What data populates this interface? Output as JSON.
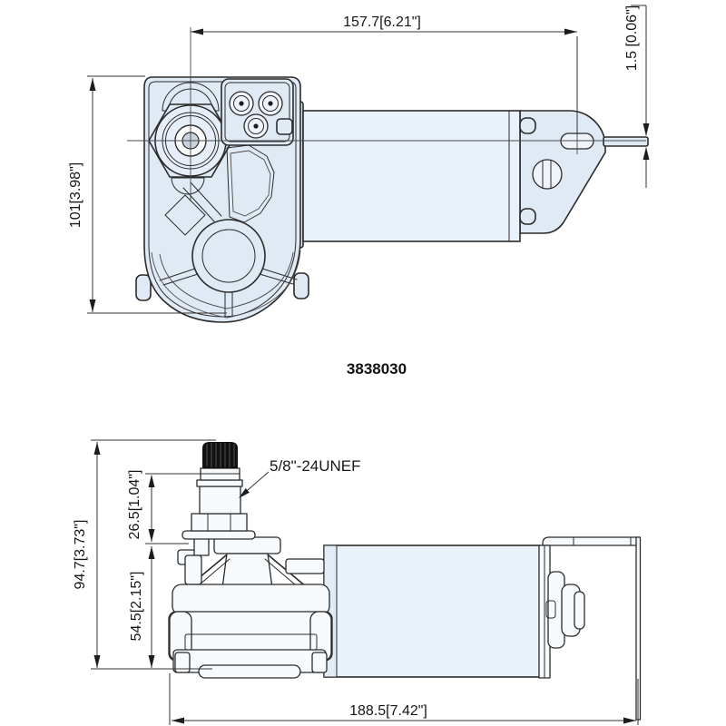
{
  "drawing": {
    "part_number": "3838030",
    "thread_label": "5/8\"-24UNEF",
    "top_view": {
      "dim_width": "157.7[6.21\"]",
      "dim_height": "101[3.98\"]",
      "dim_tab_thickness": "1.5 [0.06\"]"
    },
    "side_view": {
      "dim_overall_height": "94.7[3.73\"]",
      "dim_shaft_height": "26.5[1.04\"]",
      "dim_body_height": "54.5[2.15\"]",
      "dim_overall_length": "188.5[7.42\"]"
    },
    "colors": {
      "line": "#2b2b2b",
      "body_fill": "#dfeaf5",
      "motor_fill": "#e9f1fa",
      "white_fill": "#f7fafd",
      "cap_black": "#101010"
    }
  }
}
